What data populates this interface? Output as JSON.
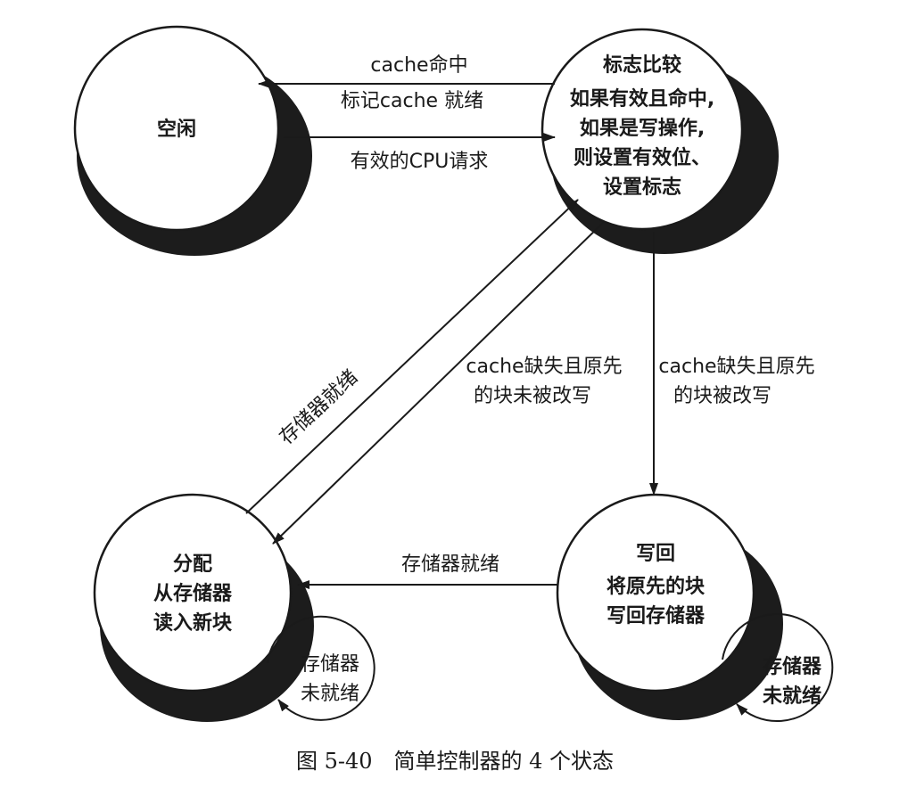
{
  "states": {
    "idle": {
      "title": "空闲"
    },
    "compare": {
      "title": "标志比较",
      "lines": [
        "如果有效且命中,",
        "如果是写操作,",
        "则设置有效位、",
        "设置标志"
      ]
    },
    "allocate": {
      "title": "分配",
      "lines": [
        "从存储器",
        "读入新块"
      ]
    },
    "writeback": {
      "title": "写回",
      "lines": [
        "将原先的块",
        "写回存储器"
      ]
    }
  },
  "transitions": {
    "compare_to_idle": [
      "cache命中",
      "标记cache 就绪"
    ],
    "idle_to_compare": "有效的CPU请求",
    "allocate_to_compare": "存储器就绪",
    "compare_to_allocate": [
      "cache缺失且原先",
      "的块未被改写"
    ],
    "compare_to_writeback": [
      "cache缺失且原先",
      "的块被改写"
    ],
    "writeback_to_allocate": "存储器就绪",
    "allocate_self": [
      "存储器",
      "未就绪"
    ],
    "writeback_self": [
      "存储器",
      "未就绪"
    ]
  },
  "caption": "图 5-40　简单控制器的 4 个状态",
  "colors": {
    "ink": "#1a1a1a",
    "shadow": "#1c1c1c",
    "paper": "#ffffff"
  }
}
